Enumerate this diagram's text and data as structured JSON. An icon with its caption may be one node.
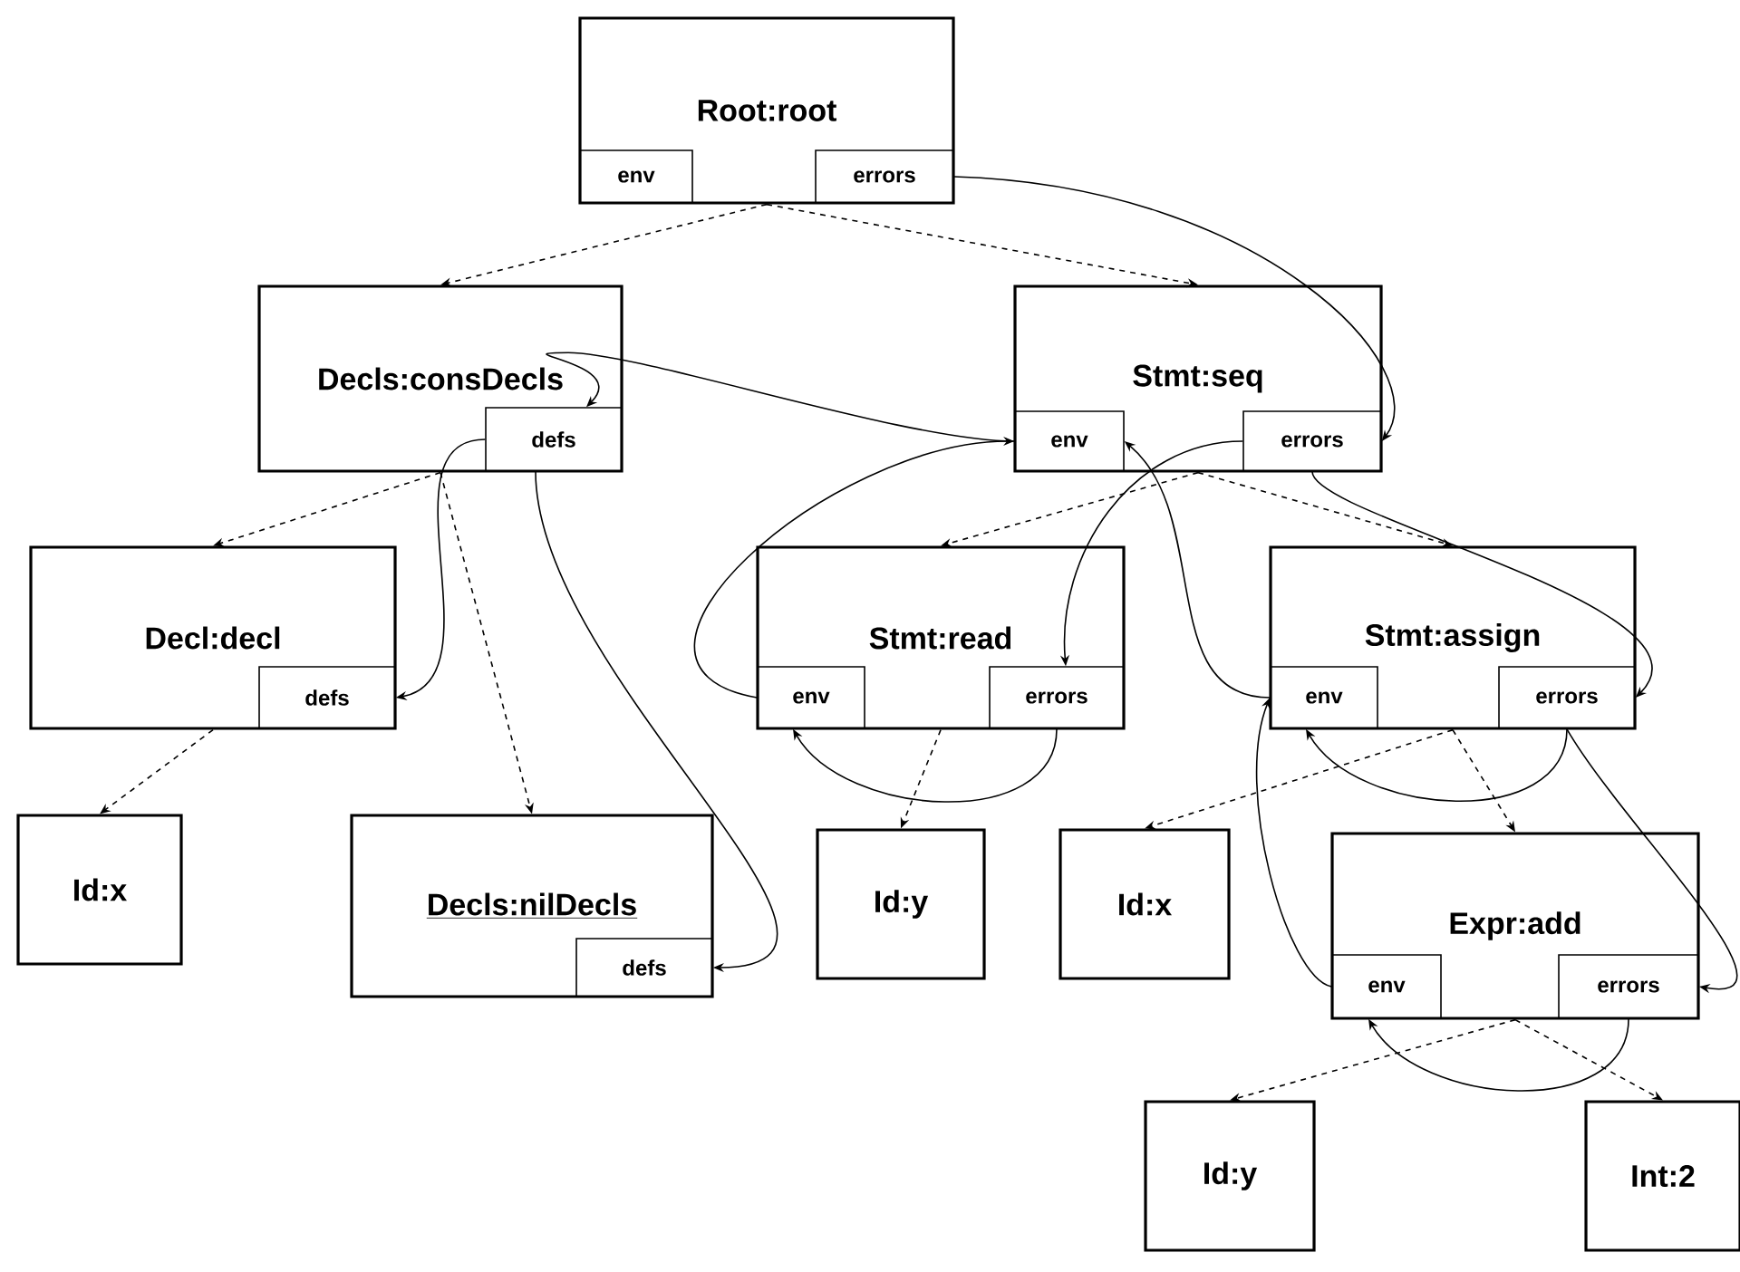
{
  "diagram": {
    "nodes": [
      {
        "text": [
          "Root:root"
        ]
      },
      {
        "text": [
          "env"
        ],
        "in": 0
      },
      {
        "text": [
          "errors"
        ],
        "in": 0
      },
      {
        "text": [
          "Decls:consDecls"
        ]
      },
      {
        "text": [
          "defs"
        ],
        "in": 3
      },
      {
        "text": [
          "Stmt:seq"
        ]
      },
      {
        "text": [
          "env"
        ],
        "in": 5
      },
      {
        "text": [
          "errors"
        ],
        "in": 5
      },
      {
        "text": [
          "Decl:decl"
        ]
      },
      {
        "text": [
          "defs"
        ],
        "in": 8
      },
      {
        "text": [
          "Stmt:read"
        ]
      },
      {
        "text": [
          "env"
        ],
        "in": 10
      },
      {
        "text": [
          "errors"
        ],
        "in": 10
      },
      {
        "text": [
          "Stmt:assign"
        ]
      },
      {
        "text": [
          "env"
        ],
        "in": 13
      },
      {
        "text": [
          "errors"
        ],
        "in": 13
      },
      {
        "text": [
          "Id:x"
        ]
      },
      {
        "text": [
          "Decls:nilDecls"
        ]
      },
      {
        "text": [
          "defs"
        ],
        "in": 17
      },
      {
        "text": [
          "Id:y"
        ]
      },
      {
        "text": [
          "Id:x"
        ]
      },
      {
        "text": [
          "Expr:add"
        ]
      },
      {
        "text": [
          "env"
        ],
        "in": 21
      },
      {
        "text": [
          "errors"
        ],
        "in": 21
      },
      {
        "text": [
          "Id:y"
        ]
      },
      {
        "text": [
          "Int:2"
        ]
      }
    ],
    "edges": [
      {
        "from": 0,
        "to": 3,
        "arrow": "to",
        "style": "dashed"
      },
      {
        "from": 0,
        "to": 5,
        "arrow": "to",
        "style": "dashed"
      },
      {
        "from": 2,
        "to": 7,
        "arrow": "to"
      },
      {
        "from": 6,
        "to": 4,
        "arrow": "to"
      },
      {
        "from": 11,
        "to": 6,
        "arrow": "to"
      },
      {
        "from": 7,
        "to": 12,
        "arrow": "to"
      },
      {
        "from": 14,
        "to": 6,
        "arrow": "to"
      },
      {
        "from": 7,
        "to": 15,
        "arrow": "to"
      },
      {
        "from": 12,
        "to": 11,
        "arrow": "to"
      },
      {
        "from": 15,
        "to": 14,
        "arrow": "to"
      },
      {
        "from": 15,
        "to": 23,
        "arrow": "to"
      },
      {
        "from": 22,
        "to": 14,
        "arrow": "to"
      },
      {
        "from": 23,
        "to": 22,
        "arrow": "to"
      },
      {
        "from": 4,
        "to": 9,
        "arrow": "to"
      },
      {
        "from": 4,
        "to": 18,
        "arrow": "to"
      },
      {
        "from": 3,
        "to": 8,
        "arrow": "to",
        "style": "dashed"
      },
      {
        "from": 3,
        "to": 17,
        "arrow": "to",
        "style": "dashed"
      },
      {
        "from": 5,
        "to": 10,
        "arrow": "to",
        "style": "dashed"
      },
      {
        "from": 5,
        "to": 13,
        "arrow": "to",
        "style": "dashed"
      },
      {
        "from": 8,
        "to": 16,
        "arrow": "to",
        "style": "dashed"
      },
      {
        "from": 10,
        "to": 19,
        "arrow": "to",
        "style": "dashed"
      },
      {
        "from": 13,
        "to": 20,
        "arrow": "to",
        "style": "dashed"
      },
      {
        "from": 13,
        "to": 21,
        "arrow": "to",
        "style": "dashed"
      },
      {
        "from": 21,
        "to": 24,
        "arrow": "to",
        "style": "dashed"
      },
      {
        "from": 21,
        "to": 25,
        "arrow": "to",
        "style": "dashed"
      }
    ]
  }
}
